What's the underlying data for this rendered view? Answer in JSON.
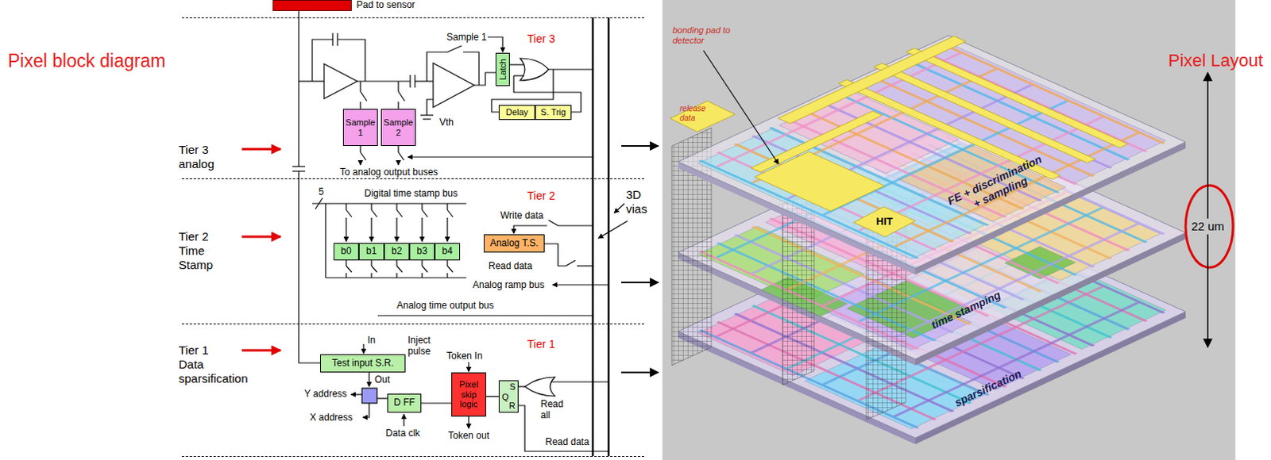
{
  "diagram": {
    "nodes": [
      {
        "text": [
          "Pad to sensor"
        ]
      },
      {
        "text": [
          "Tier 3"
        ]
      },
      {
        "text": [
          "Latch"
        ],
        "in": 1
      },
      {
        "text": [
          "Sample 1"
        ],
        "in": 1
      },
      {
        "text": [
          "Sample 2"
        ],
        "in": 1
      },
      {
        "text": [
          "Delay"
        ],
        "in": 1
      },
      {
        "text": [
          "S. Trig"
        ],
        "in": 1
      },
      {
        "text": [
          "Tier 2"
        ]
      },
      {
        "text": [
          "b0"
        ],
        "in": 7
      },
      {
        "text": [
          "b1"
        ],
        "in": 7
      },
      {
        "text": [
          "b2"
        ],
        "in": 7
      },
      {
        "text": [
          "b3"
        ],
        "in": 7
      },
      {
        "text": [
          "b4"
        ],
        "in": 7
      },
      {
        "text": [
          "Analog T.S."
        ],
        "in": 7
      },
      {
        "text": [
          "Tier 1"
        ]
      },
      {
        "text": [
          "Test input S.R."
        ],
        "in": 14
      },
      {
        "text": [
          "Pixel skip logic"
        ],
        "in": 14
      },
      {
        "text": [
          "Q",
          "S",
          "R"
        ],
        "in": 14
      },
      {
        "text": [
          "D FF"
        ],
        "in": 14
      }
    ],
    "edges": [
      {
        "from": 16,
        "to": 18,
        "arrow": "none"
      },
      {
        "from": 16,
        "to": 17,
        "arrow": "none"
      }
    ],
    "labels": [
      "Pixel block diagram",
      "Pixel Layout",
      "Tier 3 analog",
      "Tier 2 Time Stamp",
      "Tier 1 Data sparsification",
      "Sample 1",
      "Vth",
      "To analog output buses",
      "5",
      "Digital time stamp bus",
      "Write data",
      "Read data",
      "Analog ramp bus",
      "Analog time output bus",
      "3D vias",
      "In",
      "Inject pulse",
      "Out",
      "Token In",
      "Read all",
      "Y address",
      "X address",
      "Data clk",
      "Token out",
      "Read data",
      "bonding pad to detector",
      "release data",
      "HIT",
      "FE + discrimination + sampling",
      "time stamping",
      "sparsification",
      "22 um"
    ]
  }
}
